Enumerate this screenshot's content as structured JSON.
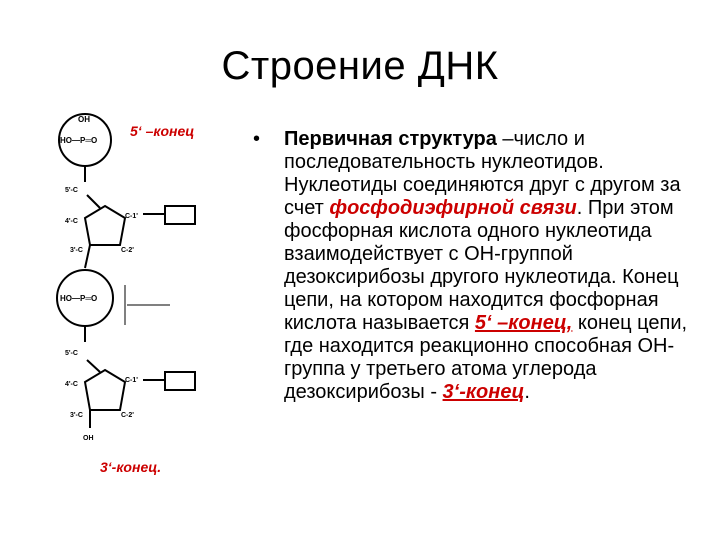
{
  "title": "Строение ДНК",
  "diagram": {
    "label_5_end": "5‘ –конец",
    "label_3_end": "3‘-конец.",
    "phosphate_top": "OH",
    "phosphate_left": "HO—P═O",
    "phosphate_left_2": "HO—P═O",
    "atoms": [
      "5'-C",
      "4'-C",
      "C-1'",
      "3'-C",
      "C-2'",
      "5'-C",
      "4'-C",
      "C-1'",
      "3'-C",
      "C-2'",
      "OH"
    ]
  },
  "bullet": {
    "marker": "•",
    "bold_lead": "Первичная структура",
    "t1": " –число и последовательность нуклеотидов. Нуклеотиды соединяются друг с другом за счет ",
    "hl_phosphodiester": "фосфодиэфирной связи",
    "t2": ". При этом фосфорная кислота одного нуклеотида взаимодействует с ОН-группой дезоксирибозы другого нуклеотида. Конец цепи, на котором находится фосфорная кислота называется ",
    "hl_5end": "5‘ –конец,",
    "t3": " конец цепи, где находится реакционно способная ОН-группа у третьего атома углерода дезоксирибозы - ",
    "hl_3end": "3‘-конец",
    "t4": "."
  }
}
